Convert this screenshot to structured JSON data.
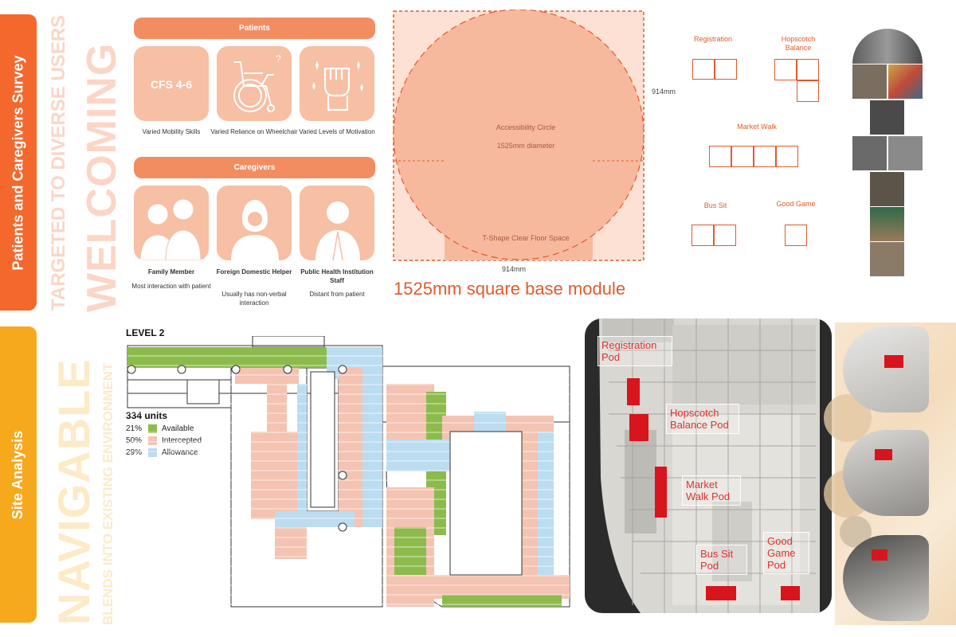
{
  "side_tabs": {
    "survey": "Patients and Caregivers Survey",
    "site": "Site Analysis"
  },
  "vertical_text": {
    "welcoming": "WELCOMING",
    "targeted": "TARGETED TO DIVERSE USERS",
    "navigable": "NAVIGABLE",
    "blends": "BLENDS INTO EXISTING ENVIRONMENT"
  },
  "patients": {
    "header": "Patients",
    "cards": [
      {
        "icon": "cfs-text-icon",
        "icon_text": "CFS 4-6",
        "caption": "Varied Mobility Skills"
      },
      {
        "icon": "wheelchair-icon",
        "caption": "Varied Reliance on Wheelchair"
      },
      {
        "icon": "raised-fist-icon",
        "caption": "Varied Levels of Motivation"
      }
    ]
  },
  "caregivers": {
    "header": "Caregivers",
    "cards": [
      {
        "icon": "family-icon",
        "title": "Family Member",
        "caption": "Most interaction with patient"
      },
      {
        "icon": "helper-icon",
        "title": "Foreign Domestic Helper",
        "caption": "Usually has non-verbal interaction"
      },
      {
        "icon": "staff-icon",
        "title": "Public Health Institution Staff",
        "caption": "Distant from patient"
      }
    ]
  },
  "module": {
    "circle_label": "Accessibility Circle",
    "circle_size": "1525mm diameter",
    "tshape_label": "T-Shape Clear Floor Space",
    "dim_bottom": "914mm",
    "dim_right": "914mm",
    "title": "1525mm square base module"
  },
  "pod_modules": [
    {
      "name": "Registration"
    },
    {
      "name": "Hopscotch Balance"
    },
    {
      "name": "Market Walk"
    },
    {
      "name": "Bus Sit"
    },
    {
      "name": "Good Game"
    }
  ],
  "level_plan": {
    "title": "LEVEL 2",
    "units": "334 units",
    "legend": [
      {
        "pct": "21%",
        "label": "Available",
        "color": "#8cbb4c"
      },
      {
        "pct": "50%",
        "label": "Intercepted",
        "color": "#f4c3b2"
      },
      {
        "pct": "29%",
        "label": "Allowance",
        "color": "#bcdcf0"
      }
    ]
  },
  "model_pods": [
    {
      "label": "Registration Pod"
    },
    {
      "label": "Hopscotch Balance Pod"
    },
    {
      "label": "Market Walk Pod"
    },
    {
      "label": "Bus Sit Pod"
    },
    {
      "label": "Good Game Pod"
    }
  ],
  "colors": {
    "accent_orange": "#f4682d",
    "site_yellow": "#f7a91e",
    "card_peach": "#f7bfa4",
    "pill_orange": "#f28d62",
    "module_red": "#e25a2c",
    "pod_red": "#e0322c"
  }
}
